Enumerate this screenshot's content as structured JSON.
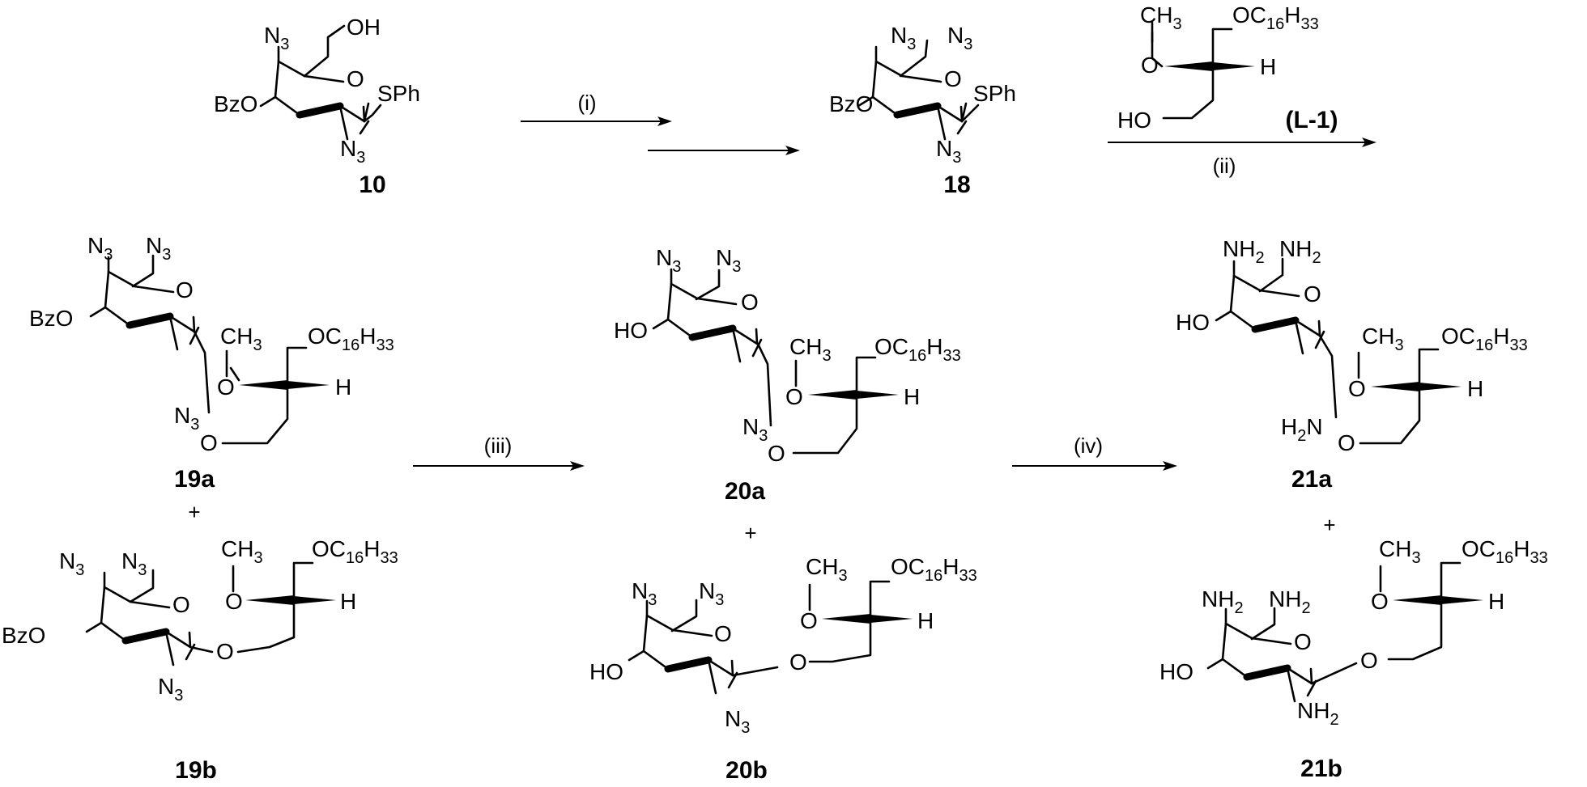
{
  "atoms": {
    "N3": "N3",
    "N": "N",
    "three": "3",
    "OH": "OH",
    "HO": "HO",
    "BzO": "BzO",
    "SPh": "SPh",
    "O": "O",
    "H": "H",
    "CH3": "CH3",
    "CH": "CH",
    "OC16H33": "OC16H33",
    "OC": "OC",
    "sixteen": "16",
    "H33": "H",
    "thirtythree": "33",
    "NH2": "NH2",
    "NH": "NH",
    "H2N": "H2N",
    "two": "2"
  },
  "compounds": [
    {
      "id": "10",
      "label": "10"
    },
    {
      "id": "18",
      "label": "18"
    },
    {
      "id": "19a",
      "label": "19a"
    },
    {
      "id": "19b",
      "label": "19b"
    },
    {
      "id": "20a",
      "label": "20a"
    },
    {
      "id": "20b",
      "label": "20b"
    },
    {
      "id": "21a",
      "label": "21a"
    },
    {
      "id": "21b",
      "label": "21b"
    }
  ],
  "reagents": {
    "step_i": "(i)",
    "step_ii": "(ii)",
    "step_iii": "(iii)",
    "step_iv": "(iv)",
    "acceptor_label": "(L-1)"
  },
  "plus_sign": "+"
}
